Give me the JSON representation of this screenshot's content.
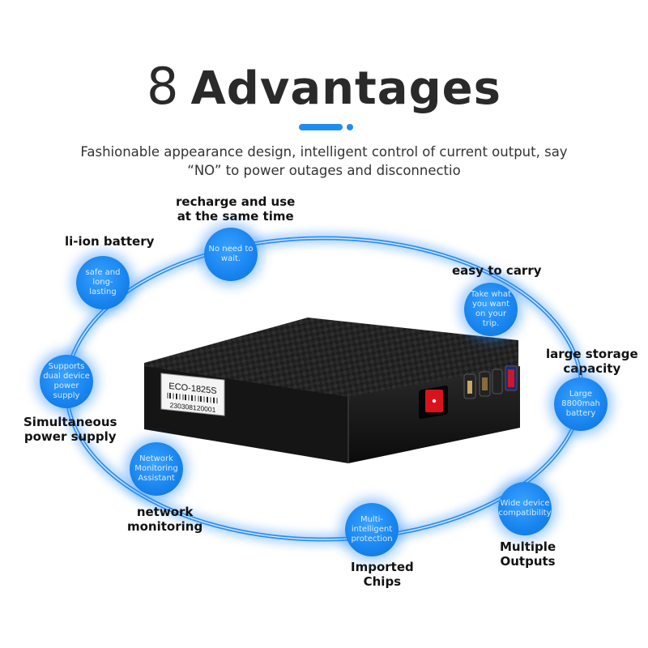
{
  "header": {
    "title_number": "8",
    "title_word": "Advantages",
    "subtitle_line1": "Fashionable appearance design, intelligent control of current output, say",
    "subtitle_line2": "“NO”  to power outages and disconnectio"
  },
  "features": [
    {
      "label_lines": [
        "li-ion battery"
      ],
      "bubble_text": "safe and long-lasting"
    },
    {
      "label_lines": [
        "recharge and use",
        "at the same time"
      ],
      "bubble_text": "No need to wait."
    },
    {
      "label_lines": [
        "easy to carry"
      ],
      "bubble_text": "Take what you want on your trip."
    },
    {
      "label_lines": [
        "large storage",
        "capacity"
      ],
      "bubble_text": "Large 8800mah battery"
    },
    {
      "label_lines": [
        "Simultaneous",
        "power supply"
      ],
      "bubble_text": "Supports dual device power supply"
    },
    {
      "label_lines": [
        "network",
        "monitoring"
      ],
      "bubble_text": "Network Monitoring Assistant"
    },
    {
      "label_lines": [
        "Imported",
        "Chips"
      ],
      "bubble_text": "Multi-intelligent protection"
    },
    {
      "label_lines": [
        "Multiple",
        "Outputs"
      ],
      "bubble_text": "Wide device compatibility"
    }
  ],
  "device": {
    "model": "ECO-1825S",
    "serial": "230308120001",
    "body_color": "#141414",
    "switch_color": "#d8131b"
  },
  "colors": {
    "accent": "#1f8cf0",
    "ring": "#2f8ff0",
    "title": "#2a2a2a"
  }
}
